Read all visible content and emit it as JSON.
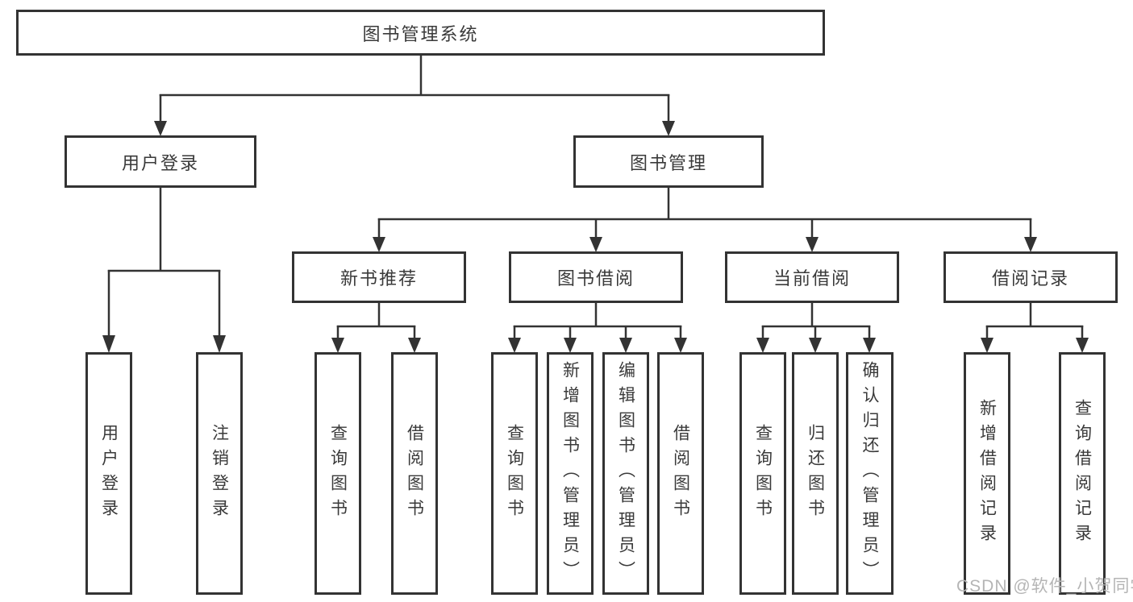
{
  "diagram": {
    "title": "图书管理系统",
    "root": {
      "label": "图书管理系统"
    },
    "level2": [
      {
        "label": "用户登录"
      },
      {
        "label": "图书管理"
      }
    ],
    "level3": [
      {
        "label": "新书推荐"
      },
      {
        "label": "图书借阅"
      },
      {
        "label": "当前借阅"
      },
      {
        "label": "借阅记录"
      }
    ],
    "leaves": {
      "user_login": [
        {
          "label": "用户登录"
        },
        {
          "label": "注销登录"
        }
      ],
      "new_books": [
        {
          "label": "查询图书"
        },
        {
          "label": "借阅图书"
        }
      ],
      "book_borrow": [
        {
          "label": "查询图书"
        },
        {
          "label": "新增图书（管理员）"
        },
        {
          "label": "编辑图书（管理员）"
        },
        {
          "label": "借阅图书"
        }
      ],
      "current_borrow": [
        {
          "label": "查询图书"
        },
        {
          "label": "归还图书"
        },
        {
          "label": "确认归还（管理员）"
        }
      ],
      "borrow_records": [
        {
          "label": "新增借阅记录"
        },
        {
          "label": "查询借阅记录"
        }
      ]
    },
    "watermark": "CSDN @软件_小贺同学",
    "colors": {
      "line": "#333333",
      "text": "#3a3a3a",
      "watermark": "#b5b5b5",
      "background": "#ffffff"
    }
  }
}
